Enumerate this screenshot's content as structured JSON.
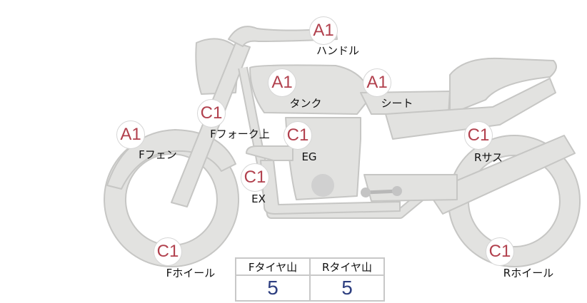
{
  "colors": {
    "part_fill": "#e2e2e0",
    "part_stroke": "#c6c6c4",
    "grade_text": "#b1404d",
    "value_text": "#2e3f80"
  },
  "parts": [
    {
      "grade": "A1",
      "label": "ハンドル"
    },
    {
      "grade": "A1",
      "label": "タンク"
    },
    {
      "grade": "A1",
      "label": "シート"
    },
    {
      "grade": "C1",
      "label": "Fフォーク上"
    },
    {
      "grade": "A1",
      "label": "Fフェン"
    },
    {
      "grade": "C1",
      "label": "EG"
    },
    {
      "grade": "C1",
      "label": "Rサス"
    },
    {
      "grade": "C1",
      "label": "EX"
    },
    {
      "grade": "C1",
      "label": "Fホイール"
    },
    {
      "grade": "C1",
      "label": "Rホイール"
    }
  ],
  "tire_table": {
    "headers": [
      "Fタイヤ山",
      "Rタイヤ山"
    ],
    "values": [
      "5",
      "5"
    ]
  }
}
